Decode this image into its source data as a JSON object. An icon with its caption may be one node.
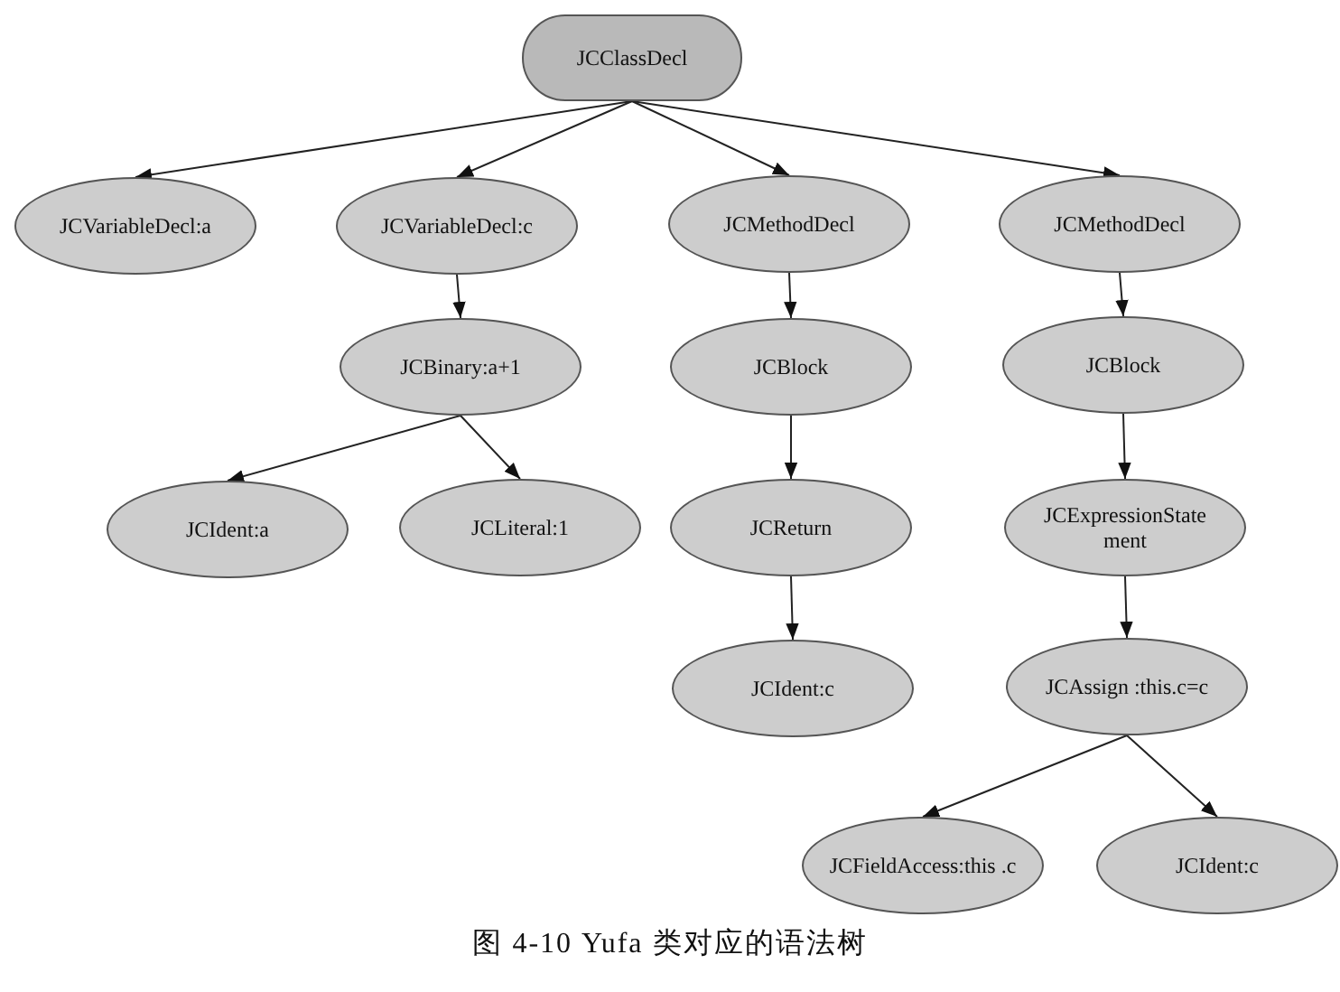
{
  "diagram": {
    "caption": "图 4-10 Yufa 类对应的语法树",
    "nodes": [
      {
        "text": [
          "JCClassDecl"
        ]
      },
      {
        "text": [
          "JCVariableDecl:a"
        ]
      },
      {
        "text": [
          "JCVariableDecl:c"
        ]
      },
      {
        "text": [
          "JCMethodDecl"
        ]
      },
      {
        "text": [
          "JCMethodDecl"
        ]
      },
      {
        "text": [
          "JCBinary:a+1"
        ]
      },
      {
        "text": [
          "JCBlock"
        ]
      },
      {
        "text": [
          "JCBlock"
        ]
      },
      {
        "text": [
          "JCIdent:a"
        ]
      },
      {
        "text": [
          "JCLiteral:1"
        ]
      },
      {
        "text": [
          "JCReturn"
        ]
      },
      {
        "text": [
          "JCExpressionStatement"
        ]
      },
      {
        "text": [
          "JCIdent:c"
        ]
      },
      {
        "text": [
          "JCAssign :this.c=c"
        ]
      },
      {
        "text": [
          "JCFieldAccess:this .c"
        ]
      },
      {
        "text": [
          "JCIdent:c"
        ]
      }
    ],
    "edges": [
      {
        "from": 0,
        "to": 1,
        "arrow": "to"
      },
      {
        "from": 0,
        "to": 2,
        "arrow": "to"
      },
      {
        "from": 0,
        "to": 3,
        "arrow": "to"
      },
      {
        "from": 0,
        "to": 4,
        "arrow": "to"
      },
      {
        "from": 2,
        "to": 5,
        "arrow": "to"
      },
      {
        "from": 3,
        "to": 6,
        "arrow": "to"
      },
      {
        "from": 4,
        "to": 7,
        "arrow": "to"
      },
      {
        "from": 5,
        "to": 8,
        "arrow": "to"
      },
      {
        "from": 5,
        "to": 9,
        "arrow": "to"
      },
      {
        "from": 6,
        "to": 10,
        "arrow": "to"
      },
      {
        "from": 7,
        "to": 11,
        "arrow": "to"
      },
      {
        "from": 10,
        "to": 12,
        "arrow": "to"
      },
      {
        "from": 11,
        "to": 13,
        "arrow": "to"
      },
      {
        "from": 13,
        "to": 14,
        "arrow": "to"
      },
      {
        "from": 13,
        "to": 15,
        "arrow": "to"
      }
    ]
  }
}
